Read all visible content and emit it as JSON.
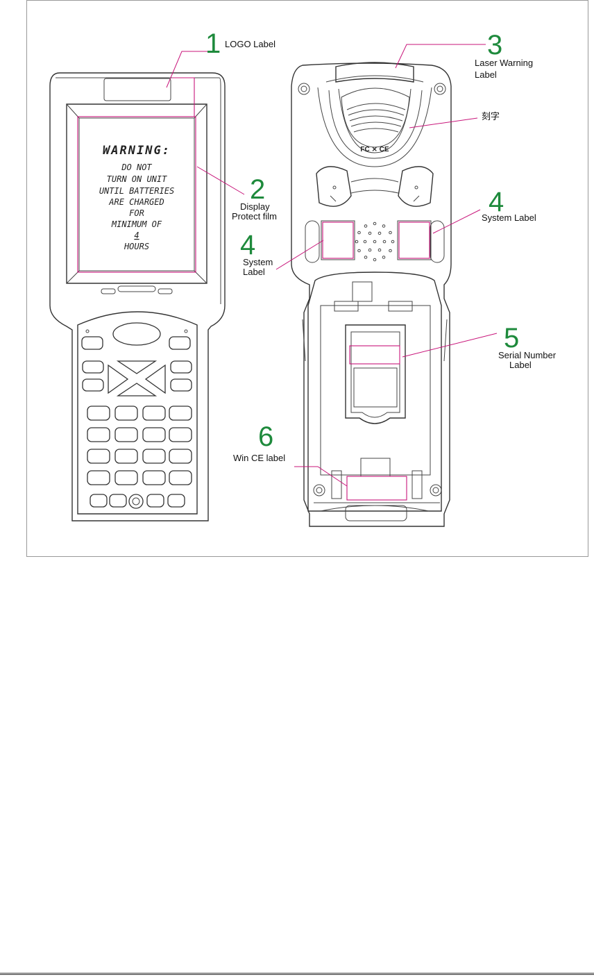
{
  "callouts": [
    {
      "number": "1",
      "label": "LOGO Label"
    },
    {
      "number": "2",
      "label_lines": [
        "Display",
        "Protect film"
      ]
    },
    {
      "number": "3",
      "label_lines": [
        "Laser Warning",
        "Label"
      ]
    },
    {
      "number": "4",
      "label": "System Label"
    },
    {
      "number": "4",
      "label_lines": [
        "System",
        "Label"
      ]
    },
    {
      "number": "5",
      "label_lines": [
        "Serial Number",
        "Label"
      ]
    },
    {
      "number": "6",
      "label": "Win CE label"
    }
  ],
  "engraving_label": "刻字",
  "screen_text": {
    "heading": "WARNING:",
    "lines": [
      "DO NOT",
      "TURN ON UNIT",
      "UNTIL BATTERIES",
      "ARE CHARGED",
      "FOR",
      "MINIMUM OF",
      "4",
      "HOURS"
    ]
  },
  "regulatory_marks": "FC ⨯ CE",
  "colors": {
    "callout_number": "#1e8a3c",
    "leader_line": "#c8157a",
    "outline": "#333333"
  }
}
